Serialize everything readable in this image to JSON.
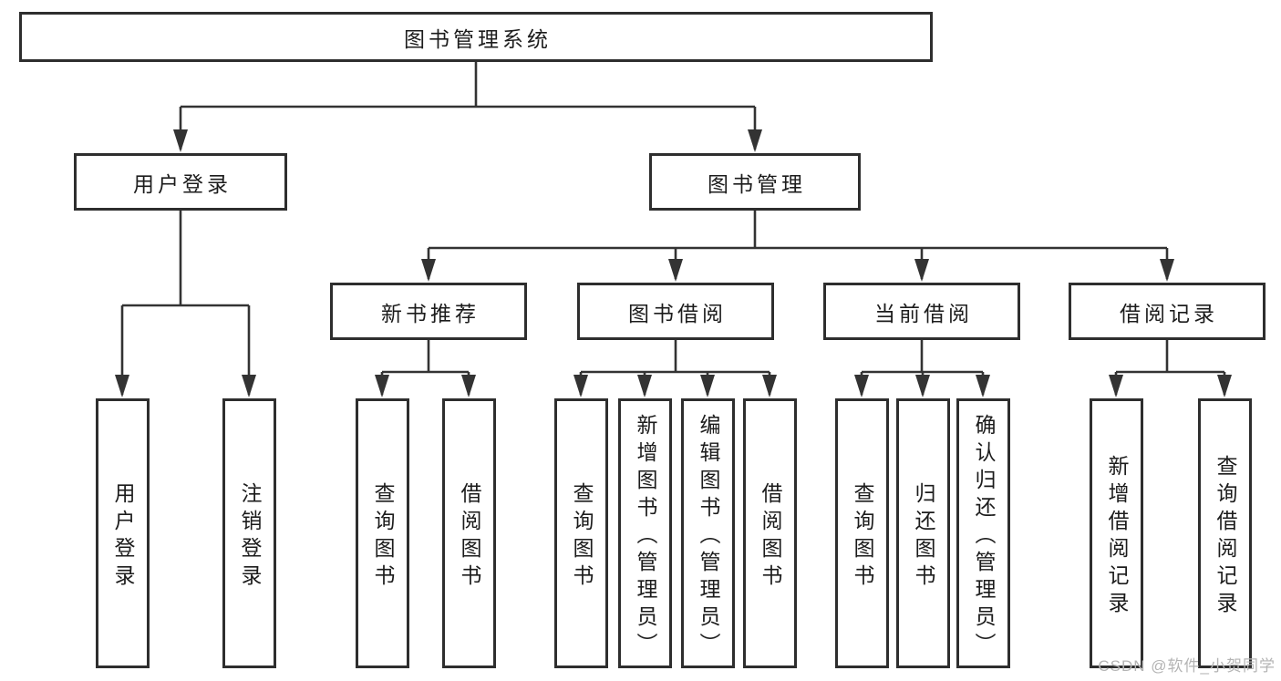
{
  "diagram": {
    "root": {
      "label": "图书管理系统"
    },
    "branches": {
      "user_login": {
        "label": "用户登录",
        "children": [
          {
            "label": "用户登录"
          },
          {
            "label": "注销登录"
          }
        ]
      },
      "book_management": {
        "label": "图书管理",
        "sections": [
          {
            "label": "新书推荐",
            "children": [
              {
                "label": "查询图书"
              },
              {
                "label": "借阅图书"
              }
            ]
          },
          {
            "label": "图书借阅",
            "children": [
              {
                "label": "查询图书"
              },
              {
                "label": "新增图书（管理员）"
              },
              {
                "label": "编辑图书（管理员）"
              },
              {
                "label": "借阅图书"
              }
            ]
          },
          {
            "label": "当前借阅",
            "children": [
              {
                "label": "查询图书"
              },
              {
                "label": "归还图书"
              },
              {
                "label": "确认归还（管理员）"
              }
            ]
          },
          {
            "label": "借阅记录",
            "children": [
              {
                "label": "新增借阅记录"
              },
              {
                "label": "查询借阅记录"
              }
            ]
          }
        ]
      }
    }
  },
  "watermark": {
    "text": "CSDN @软件_小贺同学"
  },
  "colors": {
    "line": "#333333",
    "box_border": "#2e2e2e",
    "text": "#1c1c1c",
    "watermark": "#b4b4b4",
    "background": "#ffffff"
  }
}
